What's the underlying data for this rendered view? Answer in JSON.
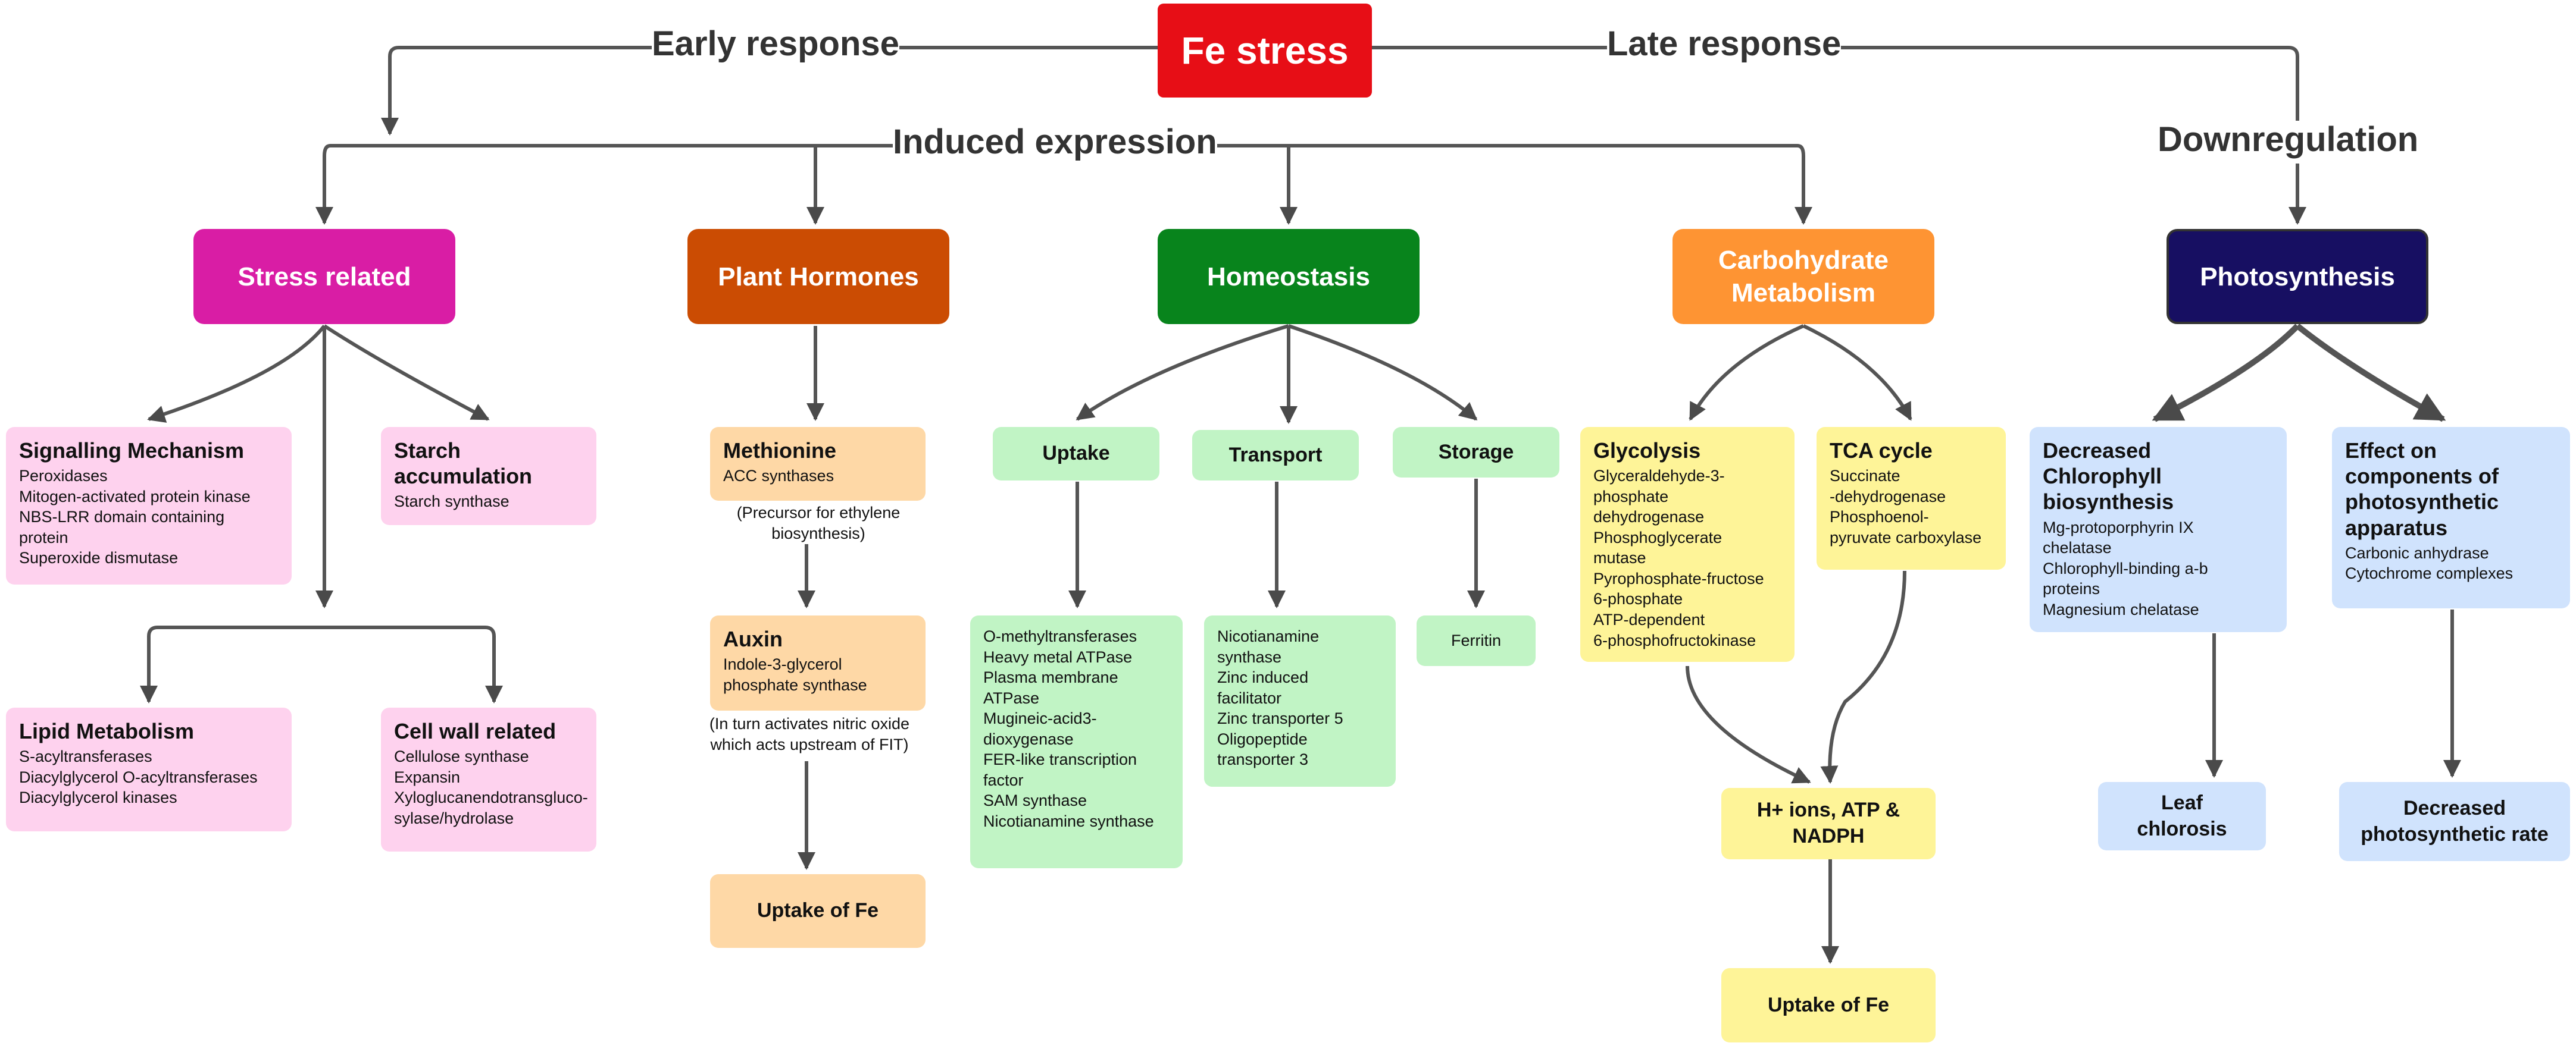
{
  "root": {
    "label": "Fe stress"
  },
  "branches": {
    "early": "Early response",
    "late": "Late response",
    "induced": "Induced expression",
    "down": "Downregulation"
  },
  "categories": {
    "stress": "Stress related",
    "hormones": "Plant Hormones",
    "homeostasis": "Homeostasis",
    "carbohydrate": "Carbohydrate Metabolism",
    "photosynthesis": "Photosynthesis"
  },
  "stress": {
    "signalling": {
      "title": "Signalling Mechanism",
      "items": [
        "Peroxidases",
        "Mitogen-activated protein kinase",
        "NBS-LRR domain containing",
        "protein",
        "Superoxide dismutase"
      ]
    },
    "starch": {
      "title": "Starch\naccumulation",
      "items": [
        "Starch synthase"
      ]
    },
    "lipid": {
      "title": "Lipid Metabolism",
      "items": [
        "S-acyltransferases",
        "Diacylglycerol O-acyltransferases",
        "Diacylglycerol kinases"
      ]
    },
    "cellwall": {
      "title": "Cell wall related",
      "items": [
        "Cellulose synthase",
        "Expansin",
        "Xyloglucanendotransgluco-",
        "sylase/hydrolase"
      ]
    }
  },
  "hormones": {
    "methionine": {
      "title": "Methionine",
      "items": [
        "ACC synthases"
      ]
    },
    "methionine_note": "(Precursor for ethylene\nbiosynthesis)",
    "auxin": {
      "title": "Auxin",
      "items": [
        "Indole-3-glycerol",
        "phosphate synthase"
      ]
    },
    "auxin_note": "(In turn activates nitric oxide\nwhich acts upstream of FIT)",
    "uptake": "Uptake of Fe"
  },
  "homeostasis": {
    "uptake": {
      "title": "Uptake",
      "items": [
        "O-methyltransferases",
        "Heavy metal ATPase",
        "Plasma membrane",
        "ATPase",
        "Mugineic-acid3-",
        "dioxygenase",
        "FER-like transcription",
        "factor",
        "SAM synthase",
        "Nicotianamine synthase"
      ]
    },
    "transport": {
      "title": "Transport",
      "items": [
        "Nicotianamine",
        "synthase",
        "Zinc induced",
        "facilitator",
        "Zinc transporter 5",
        "Oligopeptide",
        "transporter 3"
      ]
    },
    "storage": {
      "title": "Storage",
      "items": [
        "Ferritin"
      ]
    }
  },
  "carbohydrate": {
    "glycolysis": {
      "title": "Glycolysis",
      "items": [
        "Glyceraldehyde-3-",
        "phosphate",
        "dehydrogenase",
        "Phosphoglycerate",
        "mutase",
        "Pyrophosphate-fructose",
        "6-phosphate",
        "ATP-dependent",
        "6-phosphofructokinase"
      ]
    },
    "tca": {
      "title": "TCA cycle",
      "items": [
        "Succinate",
        "-dehydrogenase",
        "Phosphoenol-",
        "pyruvate carboxylase"
      ]
    },
    "products": "H+ ions, ATP &\nNADPH",
    "uptake": "Uptake of Fe"
  },
  "photosynthesis": {
    "chlorophyll": {
      "title": "Decreased Chlorophyll\nbiosynthesis",
      "items": [
        "Mg-protoporphyrin IX",
        "chelatase",
        "Chlorophyll-binding a-b",
        "proteins",
        "Magnesium chelatase"
      ]
    },
    "apparatus": {
      "title": "Effect on\ncomponents of\nphotosynthetic\napparatus",
      "items": [
        "Carbonic anhydrase",
        "Cytochrome complexes"
      ]
    },
    "chlorosis": "Leaf\nchlorosis",
    "rate": "Decreased\nphotosynthetic rate"
  },
  "colors": {
    "fe_stress": "#e70e16",
    "stress_related": "#d91da5",
    "plant_hormones": "#cb4c03",
    "homeostasis": "#08841c",
    "carbohydrate": "#fe9433",
    "photosynthesis": "#170f62",
    "pink": "#fed2ee",
    "peach": "#fed8a6",
    "green": "#c1f4c5",
    "yellow": "#fef498",
    "blue": "#d0e3fd"
  }
}
